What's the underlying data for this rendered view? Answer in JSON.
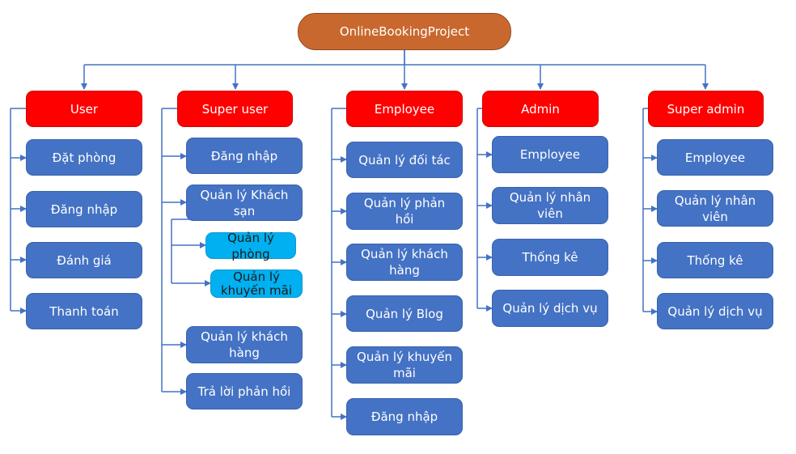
{
  "root": {
    "label": "OnlineBookingProject"
  },
  "roles": [
    {
      "label": "User",
      "items": [
        "Đặt phòng",
        "Đăng nhập",
        "Đánh giá",
        "Thanh toán"
      ]
    },
    {
      "label": "Super user",
      "items": [
        "Đăng nhập",
        "Quản lý Khách sạn",
        "Quản lý khách hàng",
        "Trả lời phản hồi"
      ],
      "sub_items": [
        "Quản lý phòng",
        "Quản lý khuyến mãi"
      ]
    },
    {
      "label": "Employee",
      "items": [
        "Quản lý đối tác",
        "Quản lý phản hồi",
        "Quản lý khách hàng",
        "Quản lý Blog",
        "Quản lý khuyến mãi",
        "Đăng nhập"
      ]
    },
    {
      "label": "Admin",
      "items": [
        "Employee",
        "Quản lý nhân viên",
        "Thống kê",
        "Quản lý dịch vụ"
      ]
    },
    {
      "label": "Super admin",
      "items": [
        "Employee",
        "Quản lý nhân viên",
        "Thống kê",
        "Quản lý dịch vụ"
      ]
    }
  ],
  "colors": {
    "root": "#c9682e",
    "role": "#ff0000",
    "item": "#4472c4",
    "sub_item": "#00b0f0",
    "connector": "#4472c4"
  }
}
